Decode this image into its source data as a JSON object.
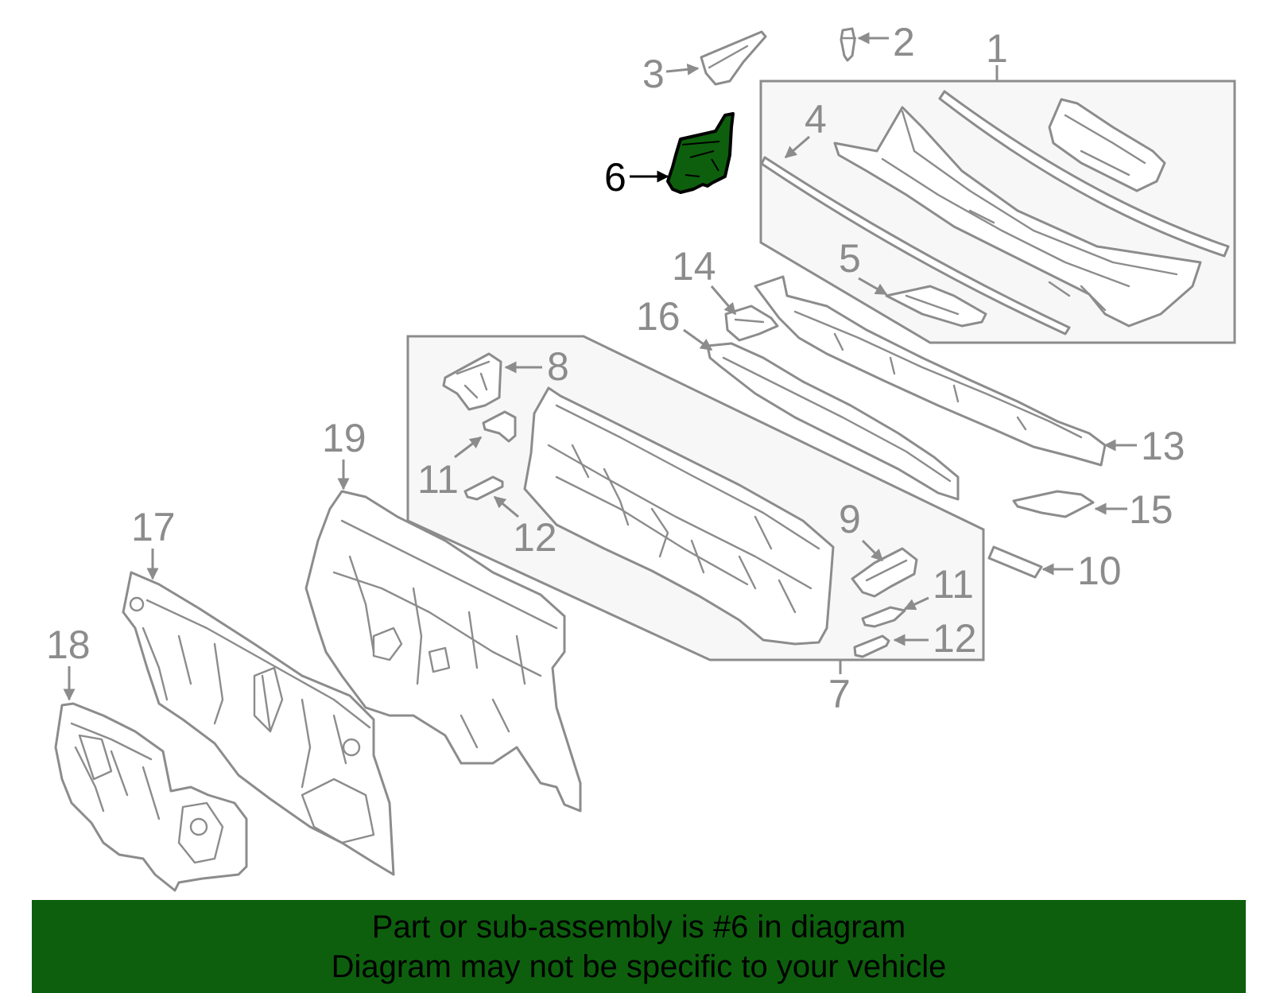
{
  "diagram": {
    "highlight_color": "#0d5f0d",
    "line_color": "#8c8c8c",
    "highlighted_part": "6",
    "callouts": [
      "1",
      "2",
      "3",
      "4",
      "5",
      "6",
      "7",
      "8",
      "9",
      "10",
      "11",
      "11",
      "12",
      "12",
      "13",
      "14",
      "15",
      "16",
      "17",
      "18",
      "19"
    ]
  },
  "banner": {
    "line1": "Part or sub-assembly is #6 in diagram",
    "line2": "Diagram may not be specific to your vehicle",
    "background": "#0d5f0d"
  }
}
